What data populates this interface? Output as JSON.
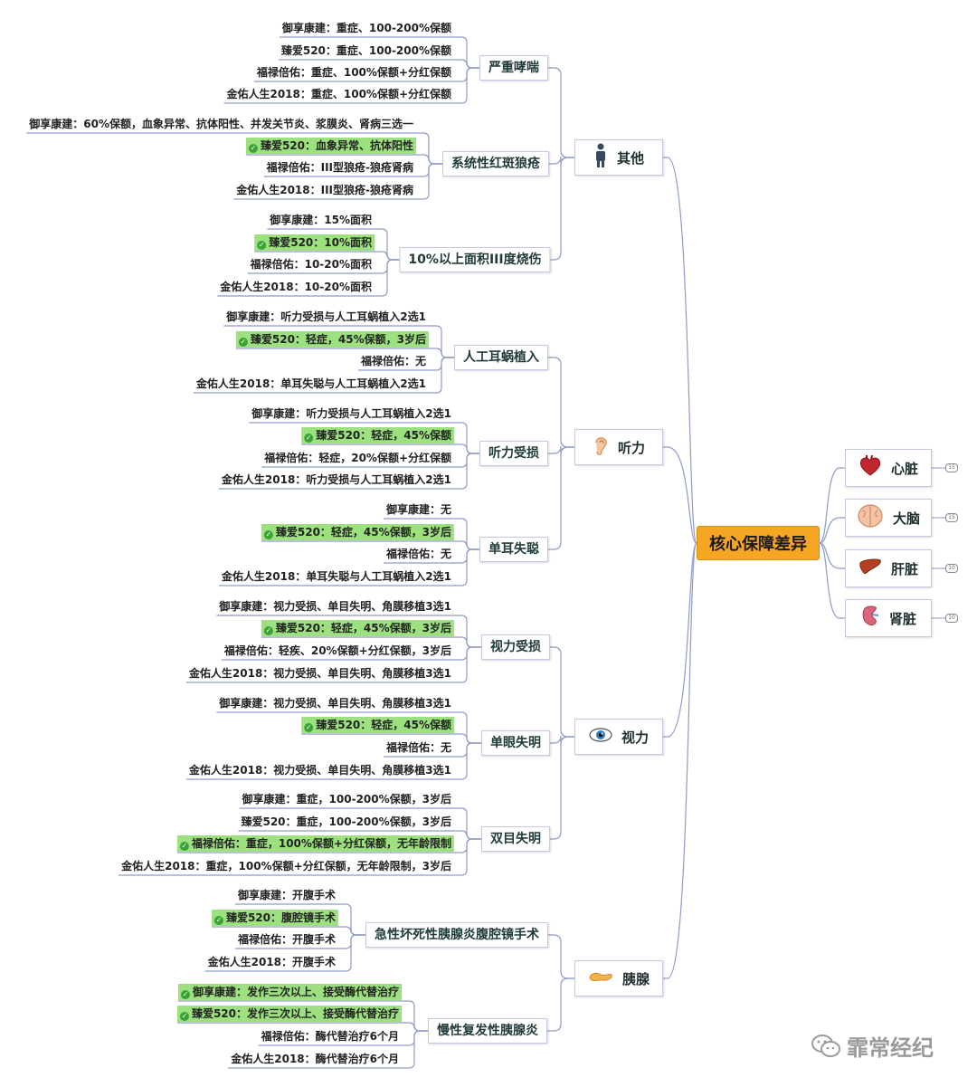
{
  "root": {
    "label": "核心保障差异"
  },
  "watermark": {
    "text": "霏常经纪"
  },
  "right_nodes": [
    {
      "label": "心脏",
      "icon": "heart-icon",
      "badge": "15"
    },
    {
      "label": "大脑",
      "icon": "brain-icon",
      "badge": "15"
    },
    {
      "label": "肝脏",
      "icon": "liver-icon",
      "badge": "10"
    },
    {
      "label": "肾脏",
      "icon": "kidney-icon",
      "badge": "10"
    }
  ],
  "categories": [
    {
      "label": "其他",
      "icon": "person-icon",
      "subs": [
        {
          "label": "严重哮喘",
          "leaves": [
            {
              "text": "御享康建：重症、100-200%保额",
              "hl": false
            },
            {
              "text": "臻爱520：重症、100-200%保额",
              "hl": false
            },
            {
              "text": "福禄倍佑：重症、100%保额+分红保额",
              "hl": false
            },
            {
              "text": "金佑人生2018：重症、100%保额+分红保额",
              "hl": false
            }
          ]
        },
        {
          "label": "系统性红斑狼疮",
          "leaves": [
            {
              "text": "御享康建：60%保额，血象异常、抗体阳性、并发关节炎、浆膜炎、肾病三选一",
              "hl": false
            },
            {
              "text": "臻爱520：血象异常、抗体阳性",
              "hl": true
            },
            {
              "text": "福禄倍佑：III型狼疮-狼疮肾病",
              "hl": false
            },
            {
              "text": "金佑人生2018：III型狼疮-狼疮肾病",
              "hl": false
            }
          ]
        },
        {
          "label": "10%以上面积III度烧伤",
          "leaves": [
            {
              "text": "御享康建：15%面积",
              "hl": false
            },
            {
              "text": "臻爱520：10%面积",
              "hl": true
            },
            {
              "text": "福禄倍佑：10-20%面积",
              "hl": false
            },
            {
              "text": "金佑人生2018：10-20%面积",
              "hl": false
            }
          ]
        }
      ]
    },
    {
      "label": "听力",
      "icon": "ear-icon",
      "subs": [
        {
          "label": "人工耳蜗植入",
          "leaves": [
            {
              "text": "御享康建：听力受损与人工耳蜗植入2选1",
              "hl": false
            },
            {
              "text": "臻爱520：轻症，45%保额，3岁后",
              "hl": true
            },
            {
              "text": "福禄倍佑：无",
              "hl": false
            },
            {
              "text": "金佑人生2018：单耳失聪与人工耳蜗植入2选1",
              "hl": false
            }
          ]
        },
        {
          "label": "听力受损",
          "leaves": [
            {
              "text": "御享康建：听力受损与人工耳蜗植入2选1",
              "hl": false
            },
            {
              "text": "臻爱520：轻症，45%保额",
              "hl": true
            },
            {
              "text": "福禄倍佑：轻症，20%保额+分红保额",
              "hl": false
            },
            {
              "text": "金佑人生2018：听力受损与人工耳蜗植入2选1",
              "hl": false
            }
          ]
        },
        {
          "label": "单耳失聪",
          "leaves": [
            {
              "text": "御享康建：无",
              "hl": false
            },
            {
              "text": "臻爱520：轻症，45%保额，3岁后",
              "hl": true
            },
            {
              "text": "福禄倍佑：无",
              "hl": false
            },
            {
              "text": "金佑人生2018：单耳失聪与人工耳蜗植入2选1",
              "hl": false
            }
          ]
        }
      ]
    },
    {
      "label": "视力",
      "icon": "eye-icon",
      "subs": [
        {
          "label": "视力受损",
          "leaves": [
            {
              "text": "御享康建：视力受损、单目失明、角膜移植3选1",
              "hl": false
            },
            {
              "text": "臻爱520：轻症，45%保额，3岁后",
              "hl": true
            },
            {
              "text": "福禄倍佑：轻疾、20%保额+分红保额，3岁后",
              "hl": false
            },
            {
              "text": "金佑人生2018：视力受损、单目失明、角膜移植3选1",
              "hl": false
            }
          ]
        },
        {
          "label": "单眼失明",
          "leaves": [
            {
              "text": "御享康建：视力受损、单目失明、角膜移植3选1",
              "hl": false
            },
            {
              "text": "臻爱520：轻症，45%保额",
              "hl": true
            },
            {
              "text": "福禄倍佑：无",
              "hl": false
            },
            {
              "text": "金佑人生2018：视力受损、单目失明、角膜移植3选1",
              "hl": false
            }
          ]
        },
        {
          "label": "双目失明",
          "leaves": [
            {
              "text": "御享康建：重症，100-200%保额，3岁后",
              "hl": false
            },
            {
              "text": "臻爱520：重症，100-200%保额，3岁后",
              "hl": false
            },
            {
              "text": "福禄倍佑：重症，100%保额+分红保额，无年龄限制",
              "hl": true
            },
            {
              "text": "金佑人生2018：重症，100%保额+分红保额，无年龄限制，3岁后",
              "hl": false
            }
          ]
        }
      ]
    },
    {
      "label": "胰腺",
      "icon": "pancreas-icon",
      "subs": [
        {
          "label": "急性坏死性胰腺炎腹腔镜手术",
          "leaves": [
            {
              "text": "御享康建：开腹手术",
              "hl": false
            },
            {
              "text": "臻爱520：腹腔镜手术",
              "hl": true
            },
            {
              "text": "福禄倍佑：开腹手术",
              "hl": false
            },
            {
              "text": "金佑人生2018：开腹手术",
              "hl": false
            }
          ]
        },
        {
          "label": "慢性复发性胰腺炎",
          "leaves": [
            {
              "text": "御享康建：发作三次以上、接受酶代替治疗",
              "hl": true
            },
            {
              "text": "臻爱520：发作三次以上、接受酶代替治疗",
              "hl": true
            },
            {
              "text": "福禄倍佑：酶代替治疗6个月",
              "hl": false
            },
            {
              "text": "金佑人生2018：酶代替治疗6个月",
              "hl": false
            }
          ]
        }
      ]
    }
  ]
}
